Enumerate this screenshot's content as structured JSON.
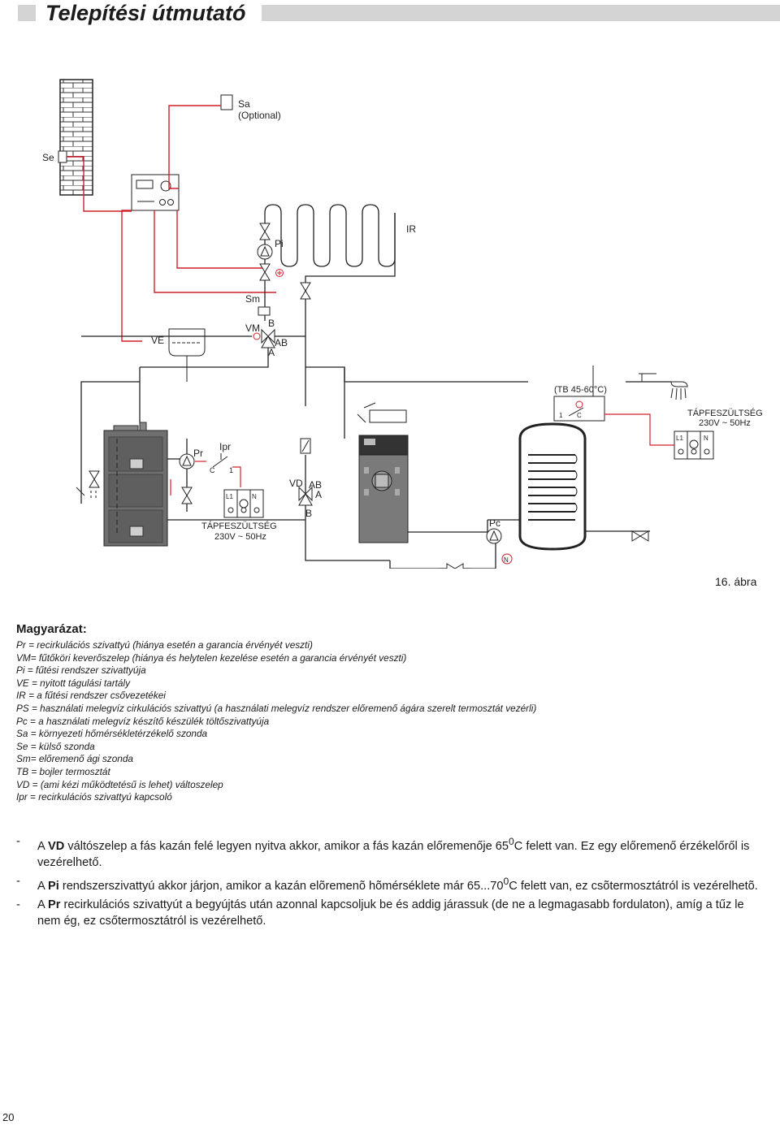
{
  "header": {
    "title": "Telepítési útmutató"
  },
  "diagram": {
    "labels": {
      "sa": "Sa",
      "sa_optional": "(Optional)",
      "se": "Se",
      "pi": "Pi",
      "ir": "IR",
      "sm": "Sm",
      "ve": "VE",
      "vm": "VM",
      "vm_b": "B",
      "vm_ab": "AB",
      "vm_a": "A",
      "tb": "(TB 45-60°C)",
      "tb_1": "1",
      "tb_c": "C",
      "power_right": "TÁPFESZÜLTSÉG",
      "power_right_v": "230V ~ 50Hz",
      "l1_right": "L1",
      "n_right": "N",
      "pr": "Pr",
      "ipr": "Ipr",
      "ipr_c": "C",
      "ipr_1": "1",
      "l1_left": "L1",
      "n_left": "N",
      "power_left": "TÁPFESZÜLTSÉG",
      "power_left_v": "230V ~ 50Hz",
      "vd": "VD",
      "vd_ab": "AB",
      "vd_a": "A",
      "vd_b": "B",
      "pc": "Pc",
      "n_pc": "N"
    }
  },
  "figure_label": "16. ábra",
  "legend": {
    "title": "Magyarázat:",
    "items": [
      "Pr = recirkulációs szivattyú (hiánya esetén a garancia érvényét veszti)",
      "VM= fűtőköri keverőszelep (hiánya és helytelen kezelése esetén a garancia érvényét veszti)",
      "Pi = fűtési rendszer szivattyúja",
      "VE = nyitott tágulási tartály",
      "IR  = a fűtési rendszer csővezetékei",
      "PS = használati melegvíz cirkulációs szivattyú (a használati melegvíz rendszer előremenő ágára szerelt termosztát vezérli)",
      "Pc  = a használati melegvíz készítő készülék töltőszivattyúja",
      "Sa  = környezeti hőmérsékletérzékelő szonda",
      "Se  = külső szonda",
      "Sm= előremenő ági szonda",
      "TB = bojler termosztát",
      "VD = (ami kézi működtetésű is lehet) váltoszelep",
      "Ipr  = recirkulációs szivattyú kapcsoló"
    ]
  },
  "notes": [
    {
      "dash": "-",
      "pre": "A ",
      "bold": "VD",
      "text": " váltószelep a fás kazán felé legyen nyitva akkor, amikor a fás kazán előremenője 65",
      "sup": "0",
      "post": "C felett van. Ez egy előremenő érzékelőről is vezérelhető."
    },
    {
      "dash": "-",
      "pre": "A ",
      "bold": "Pi",
      "text": " rendszerszivattyú akkor járjon, amikor a kazán elõremenõ hõmérséklete már 65...70",
      "sup": "0",
      "post": "C felett van, ez csõtermosztátról is vezérelhetõ."
    },
    {
      "dash": "-",
      "pre": "A ",
      "bold": "Pr",
      "text": " recirkulációs szivattyút a begyújtás után azonnal kapcsoljuk be és addig járassuk (de ne a legmagasabb fordulaton), amíg a tűz le nem ég, ez csőtermosztátról is vezérelhető.",
      "sup": "",
      "post": ""
    }
  ],
  "page_number": "20",
  "colors": {
    "wire_red": "#d0202a",
    "text": "#1a1a1a",
    "header_gray": "#d4d4d4",
    "boiler_gray": "#7a7a7a"
  }
}
